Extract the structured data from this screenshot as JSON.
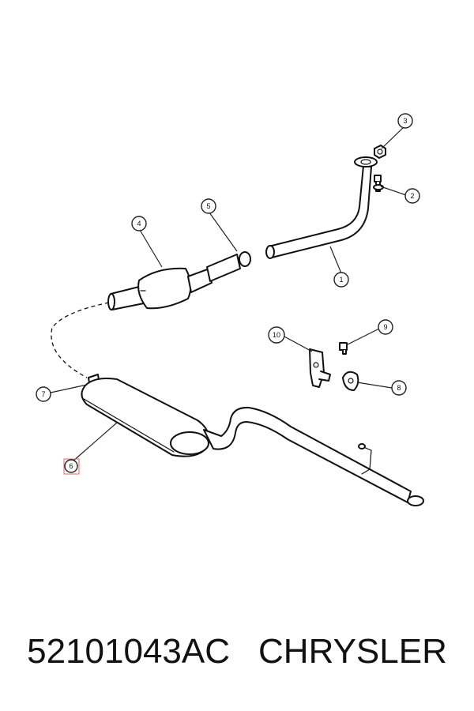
{
  "callouts": {
    "c1": "1",
    "c2": "2",
    "c3": "3",
    "c4": "4",
    "c5": "5",
    "c6": "6",
    "c7": "7",
    "c8": "8",
    "c9": "9",
    "c10": "10"
  },
  "caption": {
    "part_number": "52101043AC",
    "brand": "CHRYSLER"
  },
  "colors": {
    "line": "#111111",
    "highlight": "#e06666"
  }
}
